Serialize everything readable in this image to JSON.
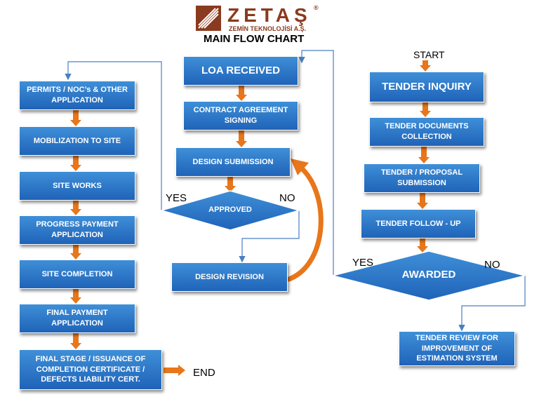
{
  "logo": {
    "brand": "ZETAŞ",
    "registered": "®",
    "subtitle": "ZEMİN TEKNOLOJİSİ A.Ş."
  },
  "title": "MAIN FLOW CHART",
  "labels": {
    "start": "START",
    "end": "END",
    "yes_awarded": "YES",
    "no_awarded": "NO",
    "yes_approved": "YES",
    "no_approved": "NO"
  },
  "tender_column": {
    "tender_inquiry": "TENDER INQUIRY",
    "tender_documents": "TENDER DOCUMENTS COLLECTION",
    "tender_proposal": "TENDER / PROPOSAL SUBMISSION",
    "tender_followup": "TENDER FOLLOW - UP",
    "awarded": "AWARDED",
    "tender_review": "TENDER REVIEW FOR IMPROVEMENT OF ESTIMATION SYSTEM"
  },
  "contract_column": {
    "loa_received": "LOA RECEIVED",
    "contract_agreement": "CONTRACT AGREEMENT SIGNING",
    "design_submission": "DESIGN SUBMISSION",
    "approved": "APPROVED",
    "design_revision": "DESIGN REVISION"
  },
  "site_column": {
    "permits": "PERMITS / NOC’s & OTHER APPLICATION",
    "mobilization": "MOBILIZATION TO SITE",
    "site_works": "SITE WORKS",
    "progress_payment": "PROGRESS PAYMENT APPLICATION",
    "site_completion": "SITE COMPLETION",
    "final_payment": "FINAL PAYMENT APPLICATION",
    "final_stage": "FINAL STAGE / ISSUANCE OF COMPLETION CERTIFICATE / DEFECTS LIABILITY CERT."
  },
  "colors": {
    "box_top": "#3f8fd8",
    "box_bottom": "#1f63b8",
    "arrow_orange": "#e8761a",
    "connector_blue": "#4a7fc2",
    "logo_brown": "#8a3a1e"
  }
}
